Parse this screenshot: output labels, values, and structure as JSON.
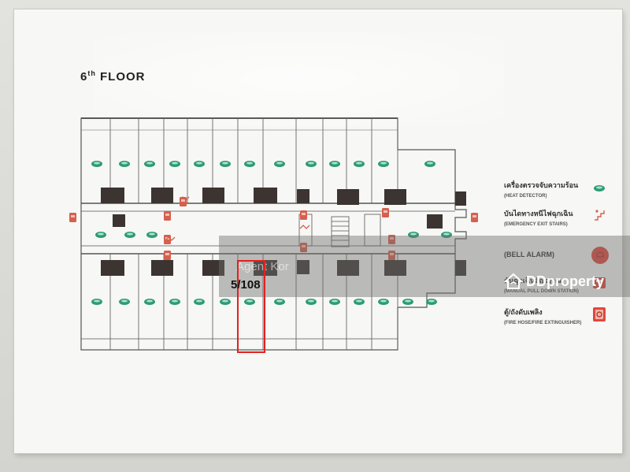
{
  "title": {
    "ordinal": "6",
    "suffix": "th",
    "word": "FLOOR"
  },
  "legend": [
    {
      "th": "เครื่องตรวจจับความร้อน",
      "en": "(HEAT DETECTOR)",
      "icon": "heat-detector-icon"
    },
    {
      "th": "บันไดทางหนีไฟฉุกเฉิน",
      "en": "(EMERGENCY EXIT STAIRS)",
      "icon": "exit-stairs-icon"
    },
    {
      "th": "(BELL ALARM)",
      "en": "",
      "icon": "bell-alarm-icon"
    },
    {
      "th": "คันฉุกเฉินสัญญาณ",
      "en": "(MANUAL PULL DOWN STATION)",
      "icon": "manual-pull-station-icon"
    },
    {
      "th": "ตู้/ถังดับเพลิง",
      "en": "(FIRE HOSE/FIRE EXTINGUISHER)",
      "icon": "fire-hose-icon"
    }
  ],
  "unit": {
    "label": "5/108"
  },
  "watermark": "Agent Kor",
  "brand": {
    "name": "DDproperty"
  },
  "colors": {
    "detector": "#2f9a77",
    "safety": "#d5604e",
    "highlight": "#e32020",
    "wall": "#555555",
    "block": "#3b3430"
  }
}
